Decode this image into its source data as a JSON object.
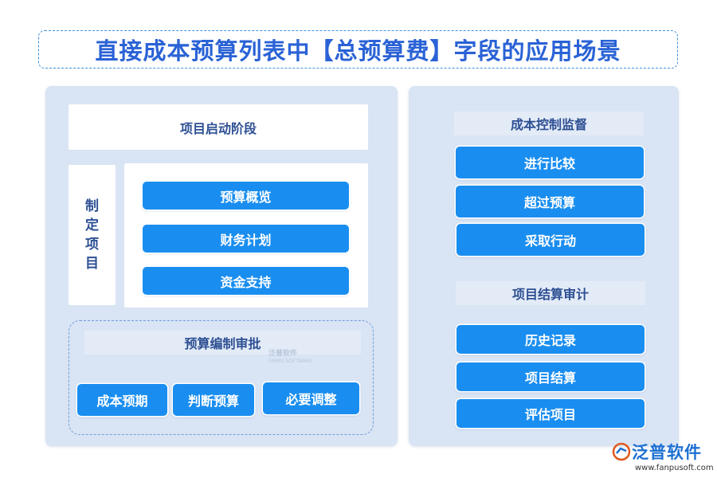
{
  "title": "直接成本预算列表中【总预算费】字段的应用场景",
  "left": {
    "stage": "项目启动阶段",
    "side_label": [
      "制",
      "定",
      "项",
      "目"
    ],
    "items": [
      "预算概览",
      "财务计划",
      "资金支持"
    ],
    "approval": {
      "title": "预算编制审批",
      "items": [
        "成本预期",
        "判断预算",
        "必要调整"
      ]
    }
  },
  "right": {
    "sections": [
      {
        "title": "成本控制监督",
        "items": [
          "进行比较",
          "超过预算",
          "采取行动"
        ]
      },
      {
        "title": "项目结算审计",
        "items": [
          "历史记录",
          "项目结算",
          "评估项目"
        ]
      }
    ]
  },
  "watermark": {
    "text": "泛普软件",
    "sub": "FANPU SOFTWARE"
  },
  "logo": {
    "text": "泛普软件",
    "url": "www.fanpusoft.com"
  },
  "colors": {
    "accent": "#1a8ef0",
    "title": "#2a62d6",
    "panel": "#d9e4f4",
    "label": "#2d4f93"
  }
}
